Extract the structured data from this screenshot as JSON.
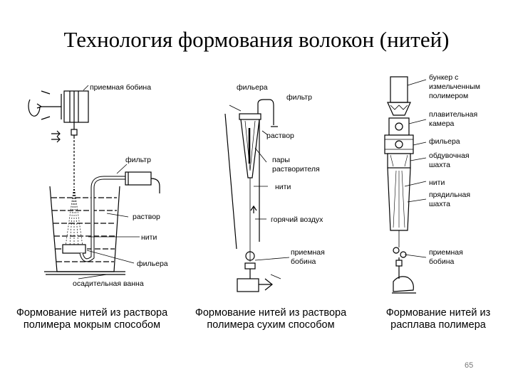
{
  "title": "Технология формования волокон (нитей)",
  "page_number": "65",
  "wet": {
    "caption_line1": "Формование нитей из раствора",
    "caption_line2": "полимера мокрым способом",
    "labels": {
      "spool": "приемная бобина",
      "filter": "фильтр",
      "solution": "раствор",
      "threads": "нити",
      "spinneret": "фильера",
      "bath": "осадительная ванна"
    }
  },
  "dry": {
    "caption_line1": "Формование нитей из раствора",
    "caption_line2": "полимера сухим способом",
    "labels": {
      "spinneret": "фильера",
      "filter": "фильтр",
      "solution": "раствор",
      "vapors_1": "пары",
      "vapors_2": "растворителя",
      "threads": "нити",
      "hot_air": "горячий воздух",
      "spool_1": "приемная",
      "spool_2": "бобина"
    }
  },
  "melt": {
    "caption_line1": "Формование нитей из",
    "caption_line2": "расплава полимера",
    "labels": {
      "hopper_1": "бункер с",
      "hopper_2": "измельченным",
      "hopper_3": "полимером",
      "melt_1": "плавительная",
      "melt_2": "камера",
      "spinneret": "фильера",
      "blow_1": "обдувочная",
      "blow_2": "шахта",
      "threads": "нити",
      "spin_1": "прядильная",
      "spin_2": "шахта",
      "spool_1": "приемная",
      "spool_2": "бобина"
    }
  }
}
